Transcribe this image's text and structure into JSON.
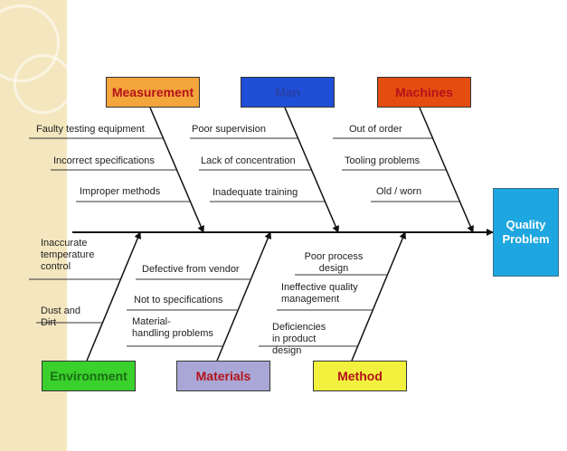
{
  "effect": {
    "line1": "Quality",
    "line2": "Problem"
  },
  "categories": {
    "measurement": {
      "label": "Measurement",
      "bg": "#f4a53c",
      "color": "#b5121b"
    },
    "man": {
      "label": "Man",
      "bg": "#1f4fd6",
      "color": "#2a3fa8"
    },
    "machines": {
      "label": "Machines",
      "bg": "#e44d10",
      "color": "#b5121b"
    },
    "environment": {
      "label": "Environment",
      "bg": "#3ad12c",
      "color": "#1a6e14"
    },
    "materials": {
      "label": "Materials",
      "bg": "#a9a7d6",
      "color": "#b5121b"
    },
    "method": {
      "label": "Method",
      "bg": "#f2f23e",
      "color": "#b5121b"
    }
  },
  "causes": {
    "measurement": [
      "Faulty testing equipment",
      "Incorrect specifications",
      "Improper methods"
    ],
    "man": [
      "Poor supervision",
      "Lack of concentration",
      "Inadequate training"
    ],
    "machines": [
      "Out of order",
      "Tooling problems",
      "Old / worn"
    ],
    "environment": [
      {
        "line1": "Inaccurate",
        "line2": "temperature",
        "line3": "control"
      },
      {
        "line1": "Dust and",
        "line2": "Dirt"
      }
    ],
    "materials": [
      "Defective from vendor",
      "Not to specifications",
      {
        "line1": "Material-",
        "line2": "handling problems"
      }
    ],
    "method": [
      {
        "line1": "Poor process",
        "line2": "design"
      },
      {
        "line1": "Ineffective quality",
        "line2": "management"
      },
      {
        "line1": "Deficiencies",
        "line2": "in product",
        "line3": "design"
      }
    ]
  }
}
